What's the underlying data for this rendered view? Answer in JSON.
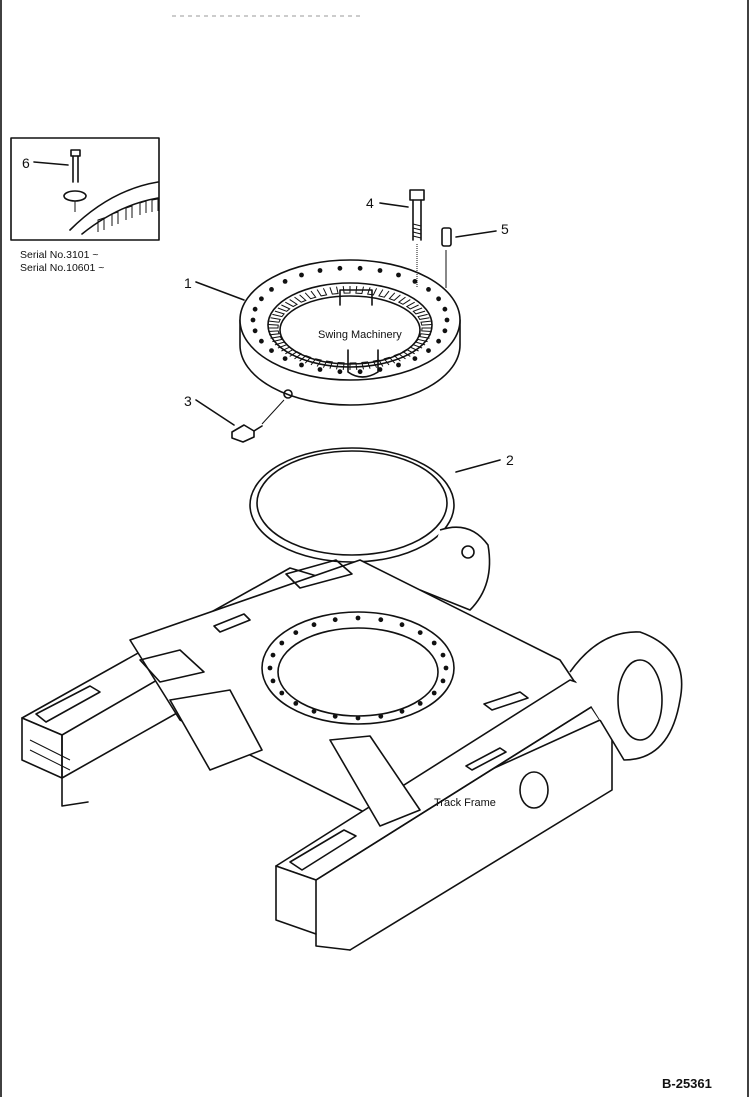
{
  "callouts": {
    "c1": "1",
    "c2": "2",
    "c3": "3",
    "c4": "4",
    "c5": "5",
    "c6": "6"
  },
  "inset": {
    "serial_1": "Serial No.3101 ~",
    "serial_2": "Serial No.10601 ~"
  },
  "labels": {
    "swing_machinery": "Swing Machinery",
    "track_frame": "Track Frame"
  },
  "figure_code": "B-25361"
}
